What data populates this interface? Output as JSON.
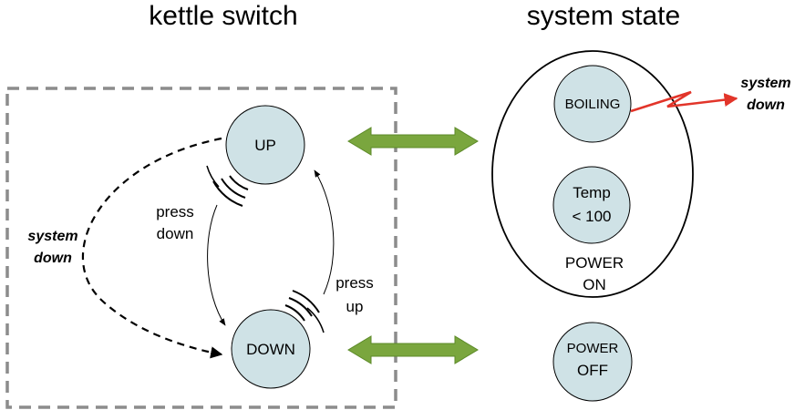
{
  "titles": {
    "left": "kettle switch",
    "right": "system state"
  },
  "switch_states": {
    "up": "UP",
    "down": "DOWN"
  },
  "switch_transitions": {
    "press_down_line1": "press",
    "press_down_line2": "down",
    "press_up_line1": "press",
    "press_up_line2": "up"
  },
  "system_down_left": {
    "line1": "system",
    "line2": "down"
  },
  "system_down_right": {
    "line1": "system",
    "line2": "down"
  },
  "system_states": {
    "boiling": "BOILING",
    "temp_line1": "Temp",
    "temp_line2": "< 100",
    "power_on_line1": "POWER",
    "power_on_line2": "ON",
    "power_off_line1": "POWER",
    "power_off_line2": "OFF"
  },
  "colors": {
    "state_fill": "#cfe2e6",
    "correspondence_arrow": "#7aa63e",
    "failure_arrow": "#e2352a",
    "dashed_box": "#8c8c8c"
  }
}
